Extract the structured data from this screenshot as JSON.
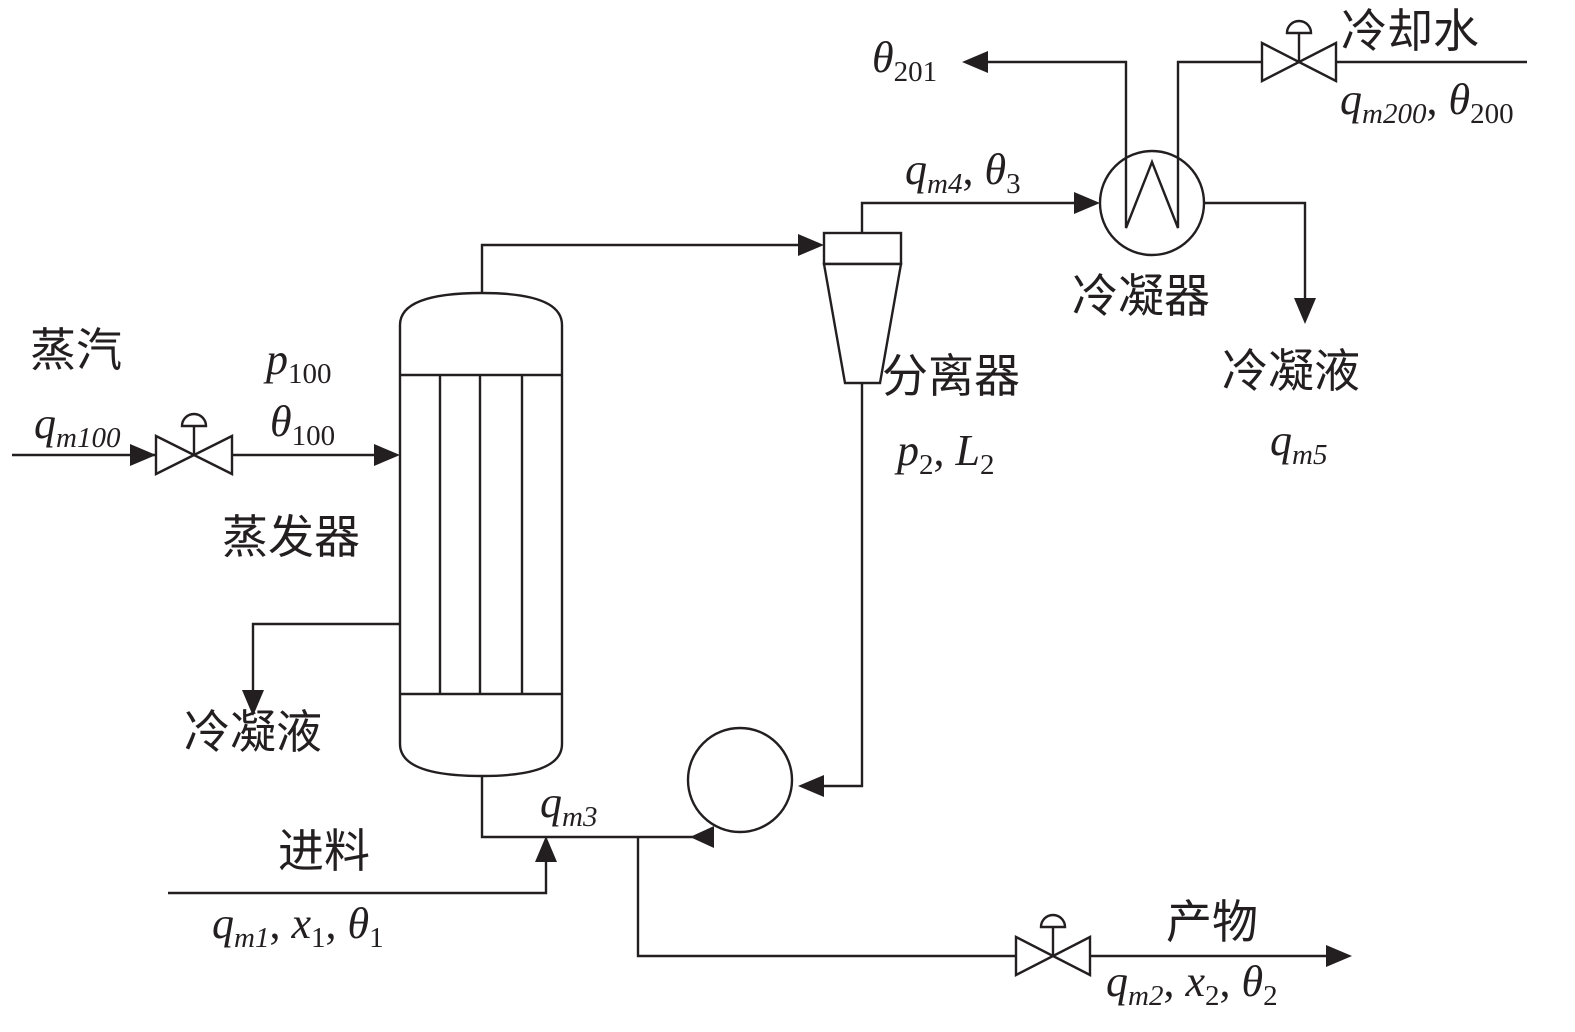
{
  "labels": {
    "steam": "蒸汽",
    "evaporator": "蒸发器",
    "condensate_left": "冷凝液",
    "feed": "进料",
    "separator": "分离器",
    "condenser": "冷凝器",
    "condensate_right": "冷凝液",
    "cooling_water": "冷却水",
    "product": "产物"
  },
  "vars": {
    "steam_flow": {
      "main": "q",
      "sub": "m100"
    },
    "steam_pressure": {
      "main": "p",
      "sub": "100"
    },
    "steam_temp": {
      "main": "θ",
      "sub": "100"
    },
    "feed": {
      "q": "q",
      "q_sub": "m1",
      "sep1": ", ",
      "x": "x",
      "x_sub": "1",
      "sep2": ", ",
      "t": "θ",
      "t_sub": "1"
    },
    "recycle_flow": {
      "main": "q",
      "sub": "m3"
    },
    "vapor_out": {
      "q": "q",
      "q_sub": "m4",
      "sep": ", ",
      "t": "θ",
      "t_sub": "3"
    },
    "separator_state": {
      "p": "p",
      "p_sub": "2",
      "sep": ", ",
      "l": "L",
      "l_sub": "2"
    },
    "cw_out_temp": {
      "main": "θ",
      "sub": "201"
    },
    "cw_in": {
      "q": "q",
      "q_sub": "m200",
      "sep": ", ",
      "t": "θ",
      "t_sub": "200"
    },
    "condensate_flow": {
      "main": "q",
      "sub": "m5"
    },
    "product": {
      "q": "q",
      "q_sub": "m2",
      "sep1": ", ",
      "x": "x",
      "x_sub": "2",
      "sep2": ", ",
      "t": "θ",
      "t_sub": "2"
    }
  }
}
